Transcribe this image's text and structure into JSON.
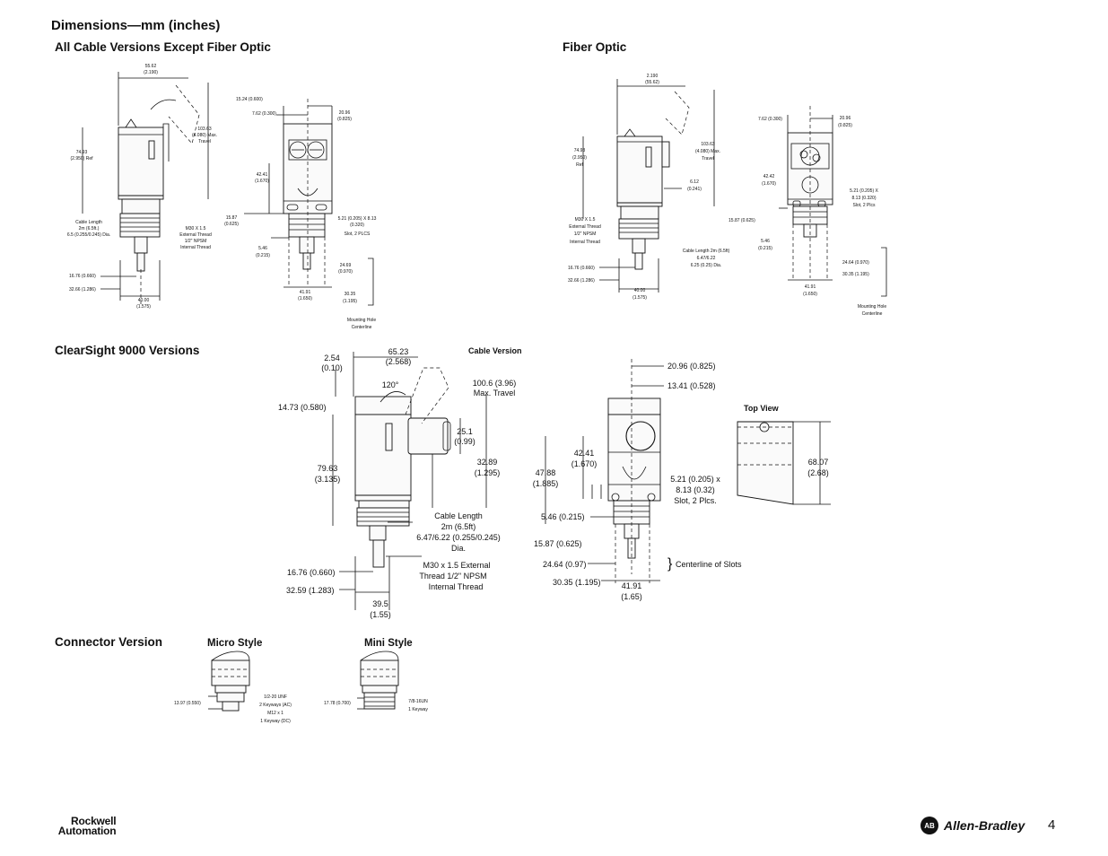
{
  "page_title": "Dimensions—mm (inches)",
  "sections": {
    "cable": "All Cable Versions Except Fiber Optic",
    "fiber": "Fiber Optic",
    "clearsight": "ClearSight 9000 Versions",
    "connector": "Connector Version",
    "micro": "Micro Style",
    "mini": "Mini Style",
    "cable_version": "Cable Version",
    "top_view": "Top View"
  },
  "dims_cable": {
    "d1": "55.62",
    "d1b": "(2.190)",
    "d2": "103.63",
    "d2b": "(4.080) Max.",
    "d2c": "Travel",
    "d3": "74.93",
    "d3b": "(2.950) Ref",
    "d4": "Cable Length",
    "d4b": "2m (6.5ft.)",
    "d4c": "6.5 (0.255/0.245) Dia.",
    "d5": "M30 X 1.5",
    "d5b": "External Thread",
    "d5c": "1/2\" NPSM",
    "d5d": "Internal Thread",
    "d6": "16.76 (0.660)",
    "d7": "32.66 (1.286)",
    "d8": "40.00",
    "d8b": "(1.575)",
    "s1": "15.24 (0.600)",
    "s2": "7.62 (0.300)",
    "s3": "20.96",
    "s3b": "(0.825)",
    "s4": "42.41",
    "s4b": "(1.670)",
    "s5": "15.87",
    "s5b": "(0.625)",
    "s6": "5.21 (0.205) X 8.13",
    "s6b": "(0.320)",
    "s6c": "Slot, 2 PLCS",
    "s7": "5.46",
    "s7b": "(0.215)",
    "s8": "24.69",
    "s8b": "(0.970)",
    "s9": "41.91",
    "s9b": "(1.650)",
    "s10": "30.35",
    "s10b": "(1.195)",
    "s11": "Mounting Hole",
    "s11b": "Centerline"
  },
  "dims_fiber": {
    "f1": "2.190",
    "f1b": "(55.62)",
    "f2": "103.63",
    "f2b": "(4.080) Max.",
    "f2c": "Travel",
    "f3": "74.93",
    "f3b": "(2.950)",
    "f3c": "Ref",
    "f4": "6.12",
    "f4b": "(0.241)",
    "f5": "M30 X 1.5",
    "f5b": "External Thread",
    "f5c": "1/2\" NPSM",
    "f5d": "Internal Thread",
    "f6": "Cable Length 2m (6.5ft)",
    "f6b": "6.47/6.22",
    "f6c": "6.25 (0.25) Dia.",
    "f7": "16.76 (0.660)",
    "f8": "32.66 (1.286)",
    "f9": "40.00",
    "f9b": "(1.575)",
    "g1": "7.62 (0.300)",
    "g2": "20.96",
    "g2b": "(0.825)",
    "g3": "42.42",
    "g3b": "(1.670)",
    "g4": "5.21 (0.205) X",
    "g4b": "8.13 (0.320)",
    "g4c": "Slot, 2 Plcs",
    "g5": "15.87 (0.625)",
    "g6": "5.46",
    "g6b": "(0.215)",
    "g7": "24.64 (0.970)",
    "g8": "30.35 (1.195)",
    "g9": "41.91",
    "g9b": "(1.650)",
    "g10": "Mounting Hole",
    "g10b": "Centerline"
  },
  "dims_clearsight": {
    "c1": "2.54",
    "c1b": "(0.10)",
    "c2": "65.23",
    "c2b": "(2.568)",
    "c3": "100.6 (3.96)",
    "c3b": "Max. Travel",
    "c4": "120°",
    "c5": "14.73 (0.580)",
    "c6": "25.1",
    "c6b": "(0.99)",
    "c7": "79.63",
    "c7b": "(3.135)",
    "c8": "32.89",
    "c8b": "(1.295)",
    "c9": "Cable Length",
    "c9b": "2m (6.5ft)",
    "c9c": "6.47/6.22 (0.255/0.245)",
    "c9d": "Dia.",
    "c10": "M30 x 1.5 External",
    "c10b": "Thread 1/2\" NPSM",
    "c10c": "Internal Thread",
    "c11": "16.76 (0.660)",
    "c12": "32.59 (1.283)",
    "c13": "39.5",
    "c13b": "(1.55)",
    "e1": "20.96 (0.825)",
    "e2": "13.41 (0.528)",
    "e3": "42.41",
    "e3b": "(1.670)",
    "e4": "47.88",
    "e4b": "(1.885)",
    "e5": "5.21 (0.205) x",
    "e5b": "8.13 (0.32)",
    "e5c": "Slot, 2 Plcs.",
    "e6": "5.46 (0.215)",
    "e7": "15.87 (0.625)",
    "e8": "24.64 (0.97)",
    "e9": "30.35 (1.195)",
    "e10": "41.91",
    "e10b": "(1.65)",
    "e11": "Centerline of Slots",
    "t1": "68.07",
    "t1b": "(2.68)"
  },
  "dims_connector": {
    "m1": "13.97 (0.550)",
    "m2": "1/2-20 UNF",
    "m2b": "2 Keyways (AC)",
    "m2c": "M12 x 1",
    "m2d": "1 Keyway (DC)",
    "n1": "17.78 (0.700)",
    "n2": "7/8-16UN",
    "n2b": "1 Keyway"
  },
  "footer": {
    "rockwell_line1": "Rockwell",
    "rockwell_line2": "Automation",
    "ab_logo": "AB",
    "ab_text": "Allen-Bradley",
    "page_number": "4"
  }
}
